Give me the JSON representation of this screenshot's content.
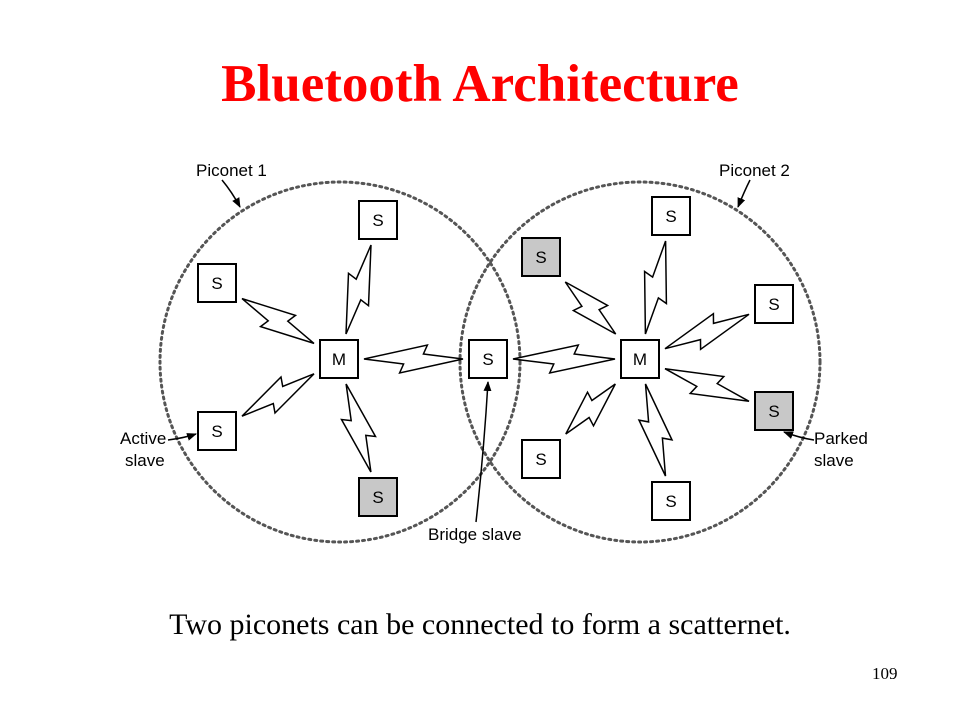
{
  "title": "Bluetooth Architecture",
  "caption": "Two piconets can be connected to form a scatternet.",
  "page_number": "109",
  "diagram": {
    "piconet1_label": "Piconet 1",
    "piconet2_label": "Piconet 2",
    "master_label": "M",
    "slave_label": "S",
    "active_slave_label": [
      "Active",
      "slave"
    ],
    "parked_slave_label": [
      "Parked",
      "slave"
    ],
    "bridge_slave_label": "Bridge slave",
    "colors": {
      "title": "#ff0000",
      "active_slave_fill": "#ffffff",
      "parked_slave_fill": "#c8c8c8",
      "piconet_outline": "#555555"
    }
  }
}
